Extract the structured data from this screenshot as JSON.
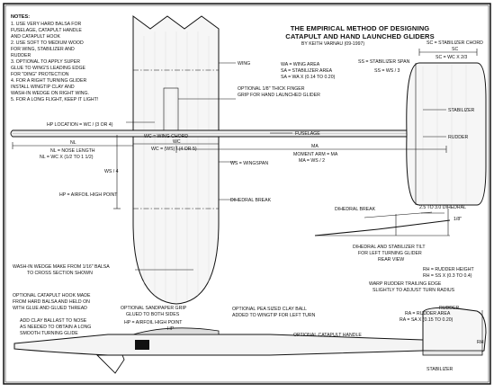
{
  "title": {
    "line1": "THE EMPIRICAL METHOD OF DESIGNING",
    "line2": "CATAPULT AND HAND LAUNCHED GLIDERS",
    "author": "BY KEITH VARNAU (09-1997)"
  },
  "notes": {
    "heading": "NOTES:",
    "lines": [
      "1. USE VERY HARD BALSA FOR",
      "FUSELAGE, CATAPULT HANDLE",
      "AND CATAPULT HOOK",
      "2. USE SOFT TO MEDIUM WOOD",
      "FOR WING, STABILIZER AND",
      "RUDDER",
      "3. OPTIONAL TO APPLY SUPER",
      "GLUE TO WING'S LEADING EDGE",
      "FOR \"DING\" PROTECTION",
      "4. FOR A RIGHT TURNING GLIDER",
      "INSTALL WINGTIP CLAY AND",
      "WASH-IN WEDGE ON RIGHT WING.",
      "5. FOR A LONG FLIGHT, KEEP IT LIGHT!"
    ]
  },
  "labels": {
    "wing": "WING",
    "finger_grip": [
      "OPTIONAL 1/8\" THICK FINGER",
      "GRIP FOR HAND LAUNCHED GLIDER"
    ],
    "hp_location": "HP LOCATION = WC / (3 OR 4)",
    "fuselage": "FUSELAGE",
    "wing_formulas": [
      "WA = WING AREA",
      "SA = STABILIZER AREA",
      "SA = WA X (0.14 TO 0.20)"
    ],
    "stabilizer_span": "SS = STABILIZER SPAN",
    "ss_formula": "SS = WS / 3",
    "stab_chord": "SC = STABILIZER CHORD",
    "sc": "SC",
    "sc_formula": "SC = WC X 2/3",
    "stabilizer": "STABILIZER",
    "rudder": "RUDDER",
    "wc_wing_chord": "WC = WING CHORD",
    "wc": "WC",
    "wc_formula": "WC = (WS) / (4 OR 5)",
    "nl": "NL",
    "nl_def": "NL = NOSE LENGTH",
    "nl_formula": "NL = WC X (1/2 TO 1 1/2)",
    "ma": "MA",
    "ma_def": "MOMENT ARM = MA",
    "ma_formula": "MA = WS / 2",
    "ws_quarter": "WS / 4",
    "ws_def": "WS = WINGSPAN",
    "hp_airfoil": "HP = AIRFOIL HIGH POINT",
    "dihedral_break": "DIHEDRAL BREAK",
    "dihedral_break2": "DIHEDRAL BREAK",
    "dihedral_angle": "2.5 TO 3.0 DIHEDRAL",
    "eighth": "1/8\"",
    "dihedral_tilt": [
      "DIHEDRAL AND STABILIZER TILT",
      "FOR LEFT TURNING GLIDER",
      "REAR VIEW"
    ],
    "wash_in": [
      "WASH-IN WEDGE  MAKE FROM 1/16\" BALSA",
      "TO CROSS SECTION SHOWN"
    ],
    "rudder_height": [
      "RH = RUDDER HEIGHT",
      "RH = SS X (0.3 TO 0.4)"
    ],
    "warp_rudder": [
      "WARP RUDDER TRAILING EDGE",
      "SLIGHTLY TO ADJUST TURN RADIUS"
    ],
    "catapult_hook": [
      "OPTIONAL CATAPULT HOOK MADE",
      "FROM HARD BALSA AND HELD ON",
      "WITH GLUE AND GLUED THREAD"
    ],
    "sandpaper_grip": [
      "OPTIONAL SANDPAPER GRIP",
      "GLUED TO BOTH SIDES"
    ],
    "hp_airfoil_side": "HP = AIRFOIL HIGH POINT",
    "hp": "HP",
    "clay_ball": [
      "OPTIONAL PEA SIZED CLAY BALL",
      "ADDED TO WINGTIP FOR LEFT TURN"
    ],
    "clay_ballast": [
      "ADD CLAY BALLAST TO NOSE",
      "AS NEEDED TO OBTAIN A LONG",
      "SMOOTH TURNING GLIDE"
    ],
    "rudder_side": "RUDDER",
    "rudder_area": [
      "RA = RUDDER AREA",
      "RA = SA X (0.15 TO 0.20)"
    ],
    "catapult_handle": "OPTIONAL CATAPULT HANDLE",
    "stabilizer_side": "STABILIZER",
    "rh": "RH"
  }
}
